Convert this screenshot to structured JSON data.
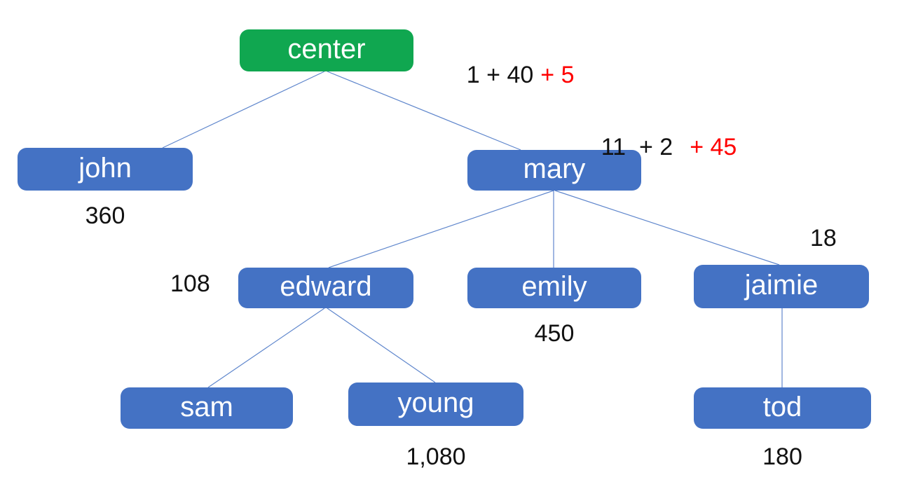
{
  "diagram": {
    "root": {
      "label": "center"
    },
    "nodes": {
      "john": {
        "label": "john"
      },
      "mary": {
        "label": "mary"
      },
      "edward": {
        "label": "edward"
      },
      "emily": {
        "label": "emily"
      },
      "jaimie": {
        "label": "jaimie"
      },
      "sam": {
        "label": "sam"
      },
      "young": {
        "label": "young"
      },
      "tod": {
        "label": "tod"
      }
    },
    "annotations": {
      "center_expr_black": "1 + 40",
      "center_expr_red": "+ 5",
      "mary_expr_black": "11  + 2",
      "mary_expr_red": "+ 45",
      "john_value": "360",
      "edward_value": "108",
      "jaimie_value": "18",
      "emily_value": "450",
      "young_value": "1,080",
      "tod_value": "180"
    },
    "colors": {
      "root_fill": "#10a750",
      "node_fill": "#4472c4",
      "edge": "#4472c4",
      "node_text": "#ffffff",
      "annotation_text": "#111111",
      "highlight_red": "#ff0000"
    }
  }
}
